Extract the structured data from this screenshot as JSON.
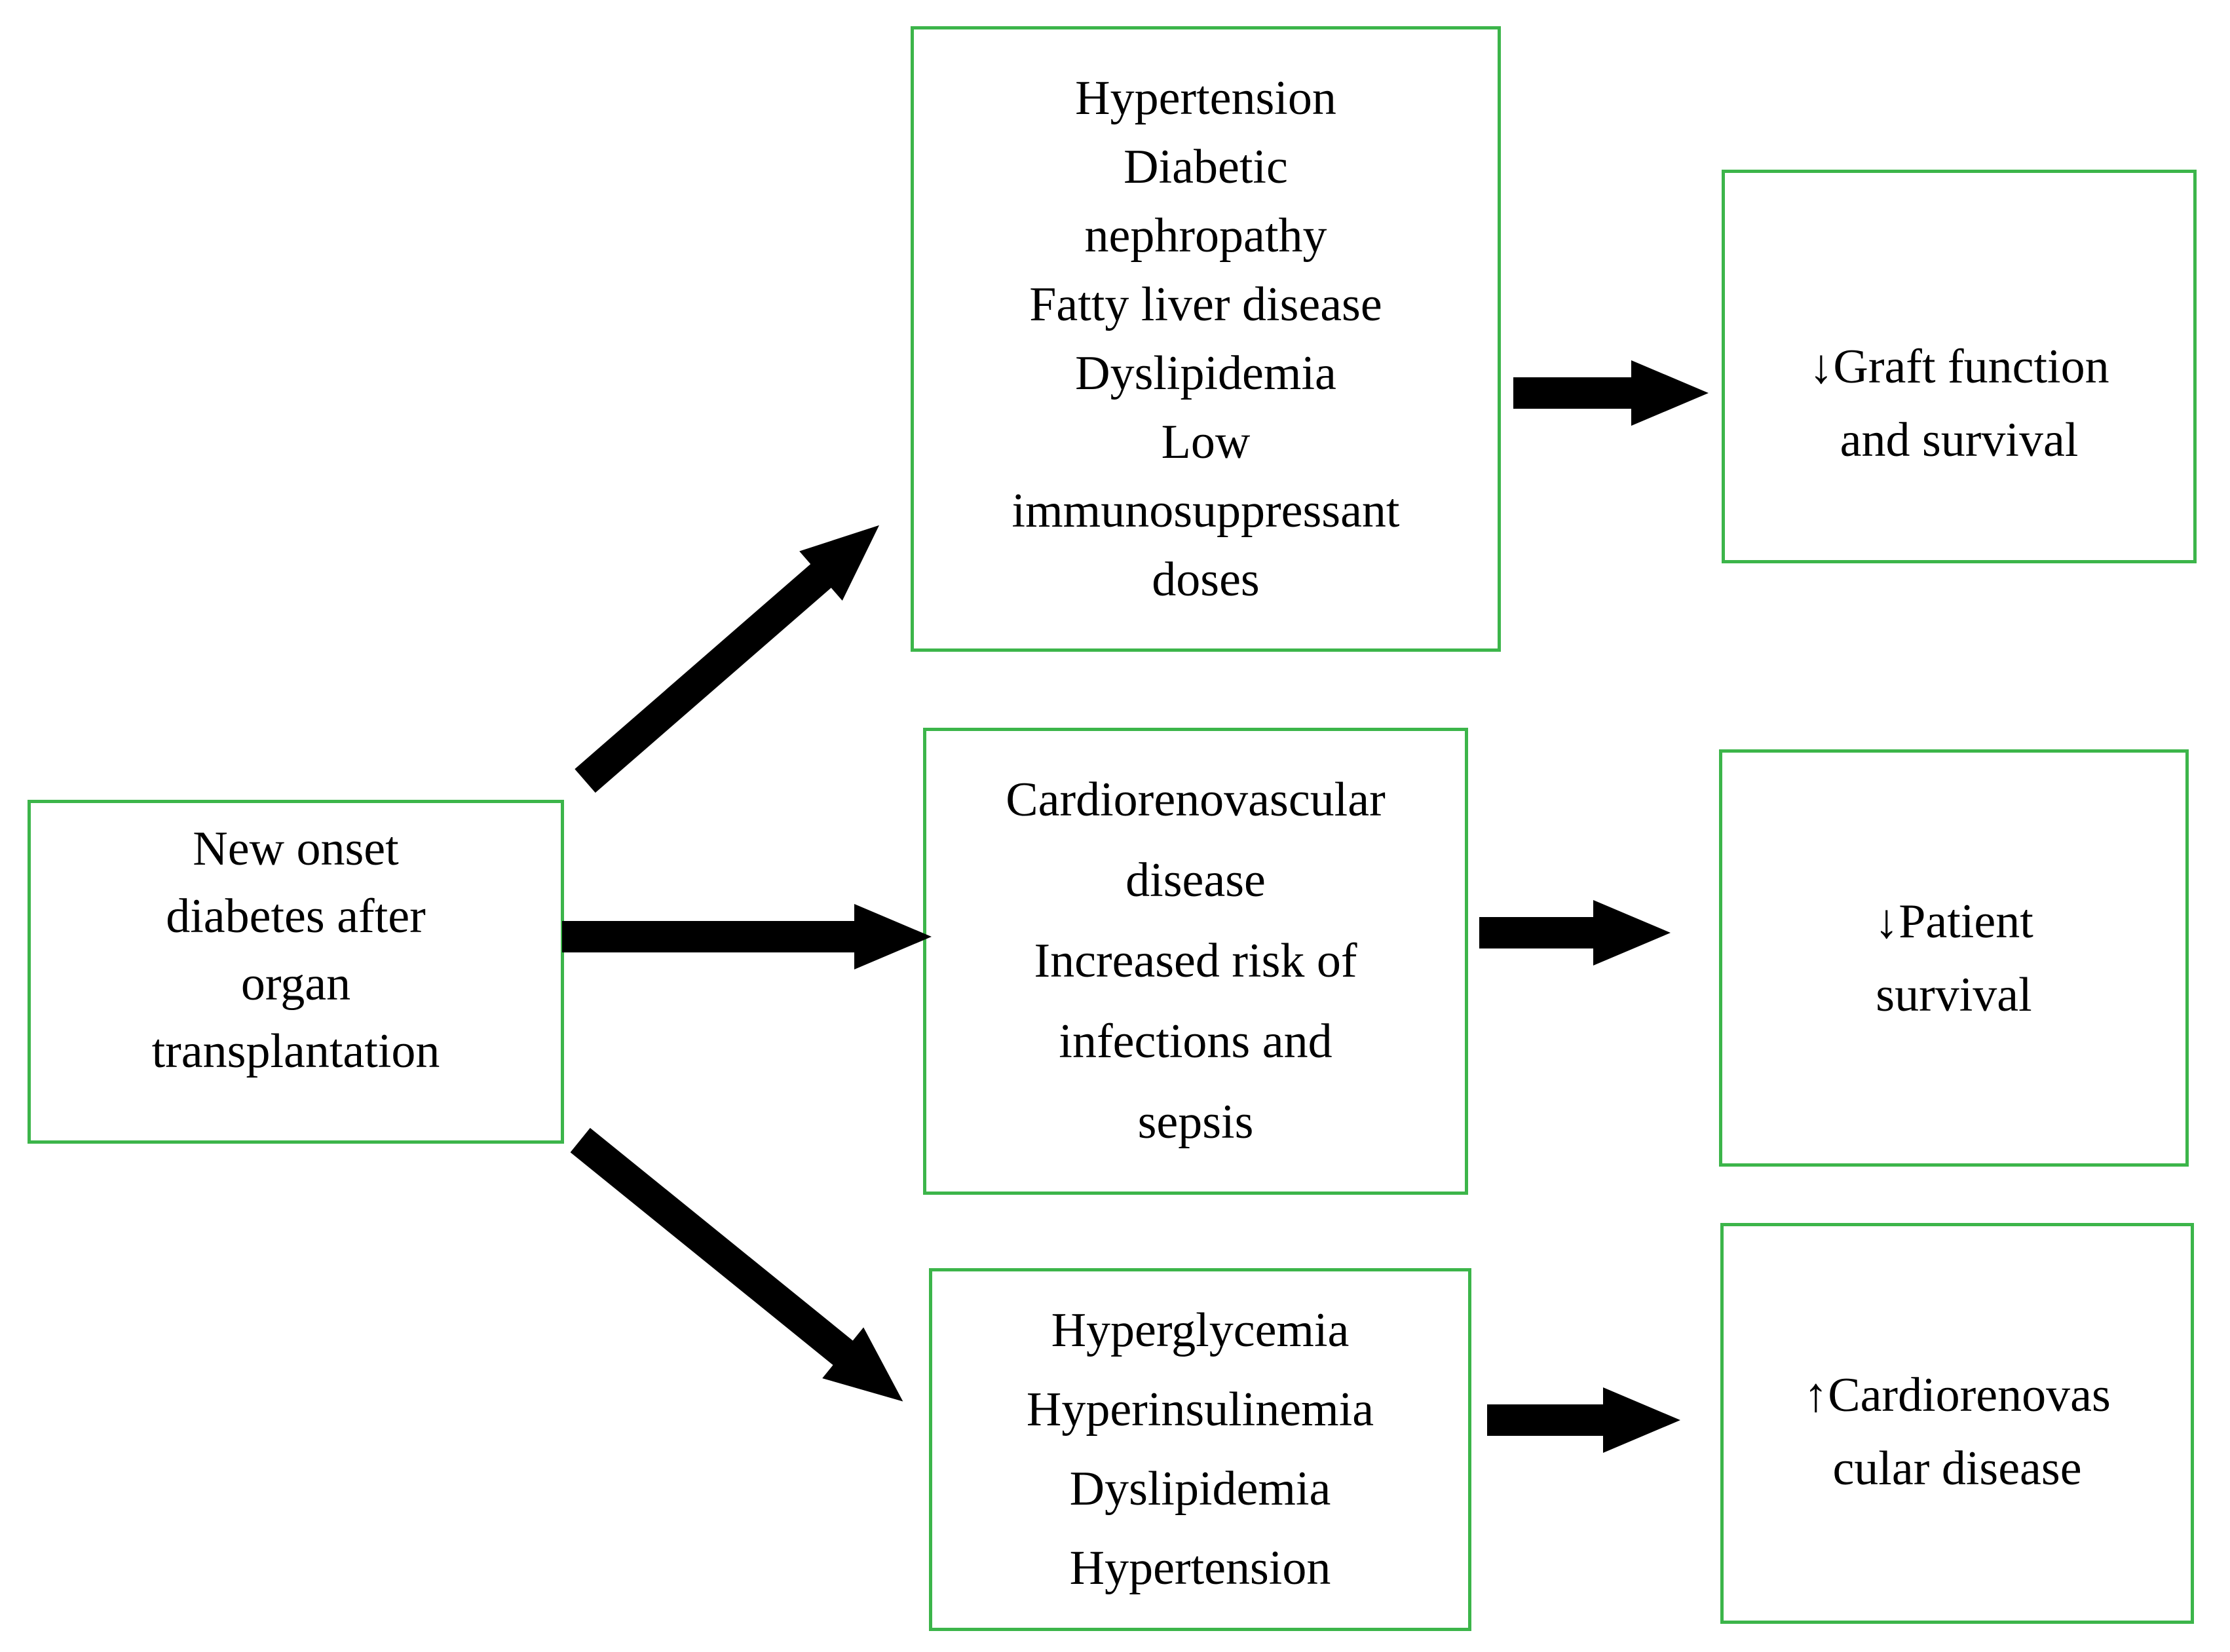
{
  "diagram": {
    "title": "New onset diabetes after organ transplantation — consequences flowchart",
    "colors": {
      "box_border": "#3CB54A",
      "arrow": "#000000",
      "text": "#000000",
      "background": "#FFFFFF"
    },
    "source_box": {
      "lines": [
        "New onset",
        "diabetes after",
        "organ",
        "transplantation"
      ]
    },
    "pathway_boxes": [
      {
        "id": "risk-factors-graft",
        "lines": [
          "Hypertension",
          "Diabetic",
          "nephropathy",
          "Fatty liver disease",
          "Dyslipidemia",
          "Low",
          "immunosuppressant",
          "doses"
        ]
      },
      {
        "id": "cardiorenovascular-infections",
        "lines": [
          "Cardiorenovascular",
          "disease",
          "Increased risk of",
          "infections and",
          "sepsis"
        ]
      },
      {
        "id": "metabolic-abnormalities",
        "lines": [
          "Hyperglycemia",
          "Hyperinsulinemia",
          "Dyslipidemia",
          "Hypertension"
        ]
      }
    ],
    "outcome_boxes": [
      {
        "id": "graft-function",
        "lines": [
          "↓Graft function",
          "and survival"
        ]
      },
      {
        "id": "patient-survival",
        "lines": [
          "↓Patient",
          "survival"
        ]
      },
      {
        "id": "cardiorenovascular-disease",
        "lines": [
          "↑Cardiorenovas",
          "cular disease"
        ]
      }
    ]
  }
}
